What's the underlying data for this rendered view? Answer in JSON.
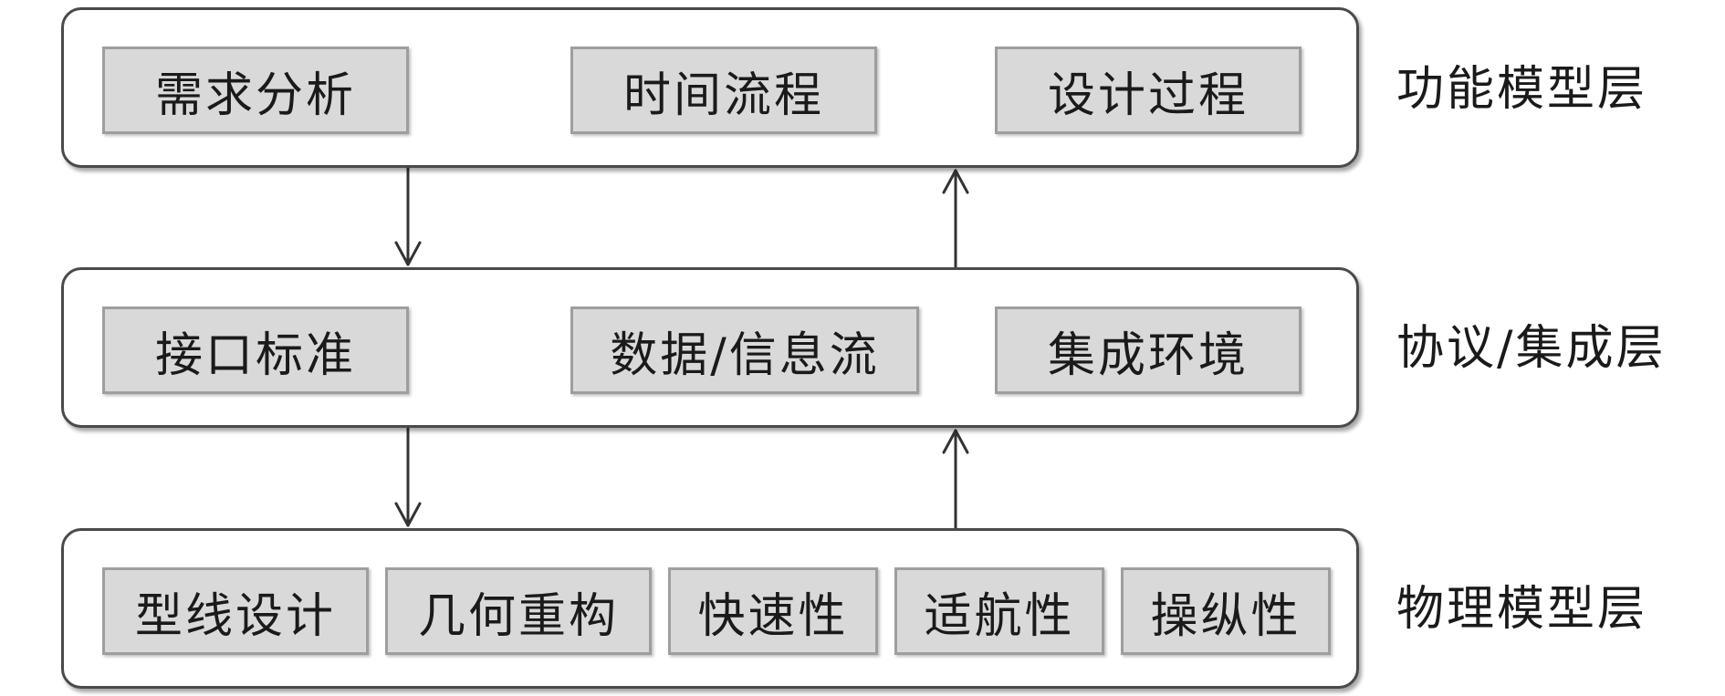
{
  "layers": [
    {
      "label": "功能模型层",
      "boxes": [
        "需求分析",
        "时间流程",
        "设计过程"
      ]
    },
    {
      "label": "协议/集成层",
      "boxes": [
        "接口标准",
        "数据/信息流",
        "集成环境"
      ]
    },
    {
      "label": "物理模型层",
      "boxes": [
        "型线设计",
        "几何重构",
        "快速性",
        "适航性",
        "操纵性"
      ]
    }
  ],
  "arrows": [
    {
      "from": "功能模型层",
      "to": "协议/集成层",
      "direction": "down"
    },
    {
      "from": "协议/集成层",
      "to": "功能模型层",
      "direction": "up"
    },
    {
      "from": "协议/集成层",
      "to": "物理模型层",
      "direction": "down"
    },
    {
      "from": "物理模型层",
      "to": "协议/集成层",
      "direction": "up"
    }
  ]
}
